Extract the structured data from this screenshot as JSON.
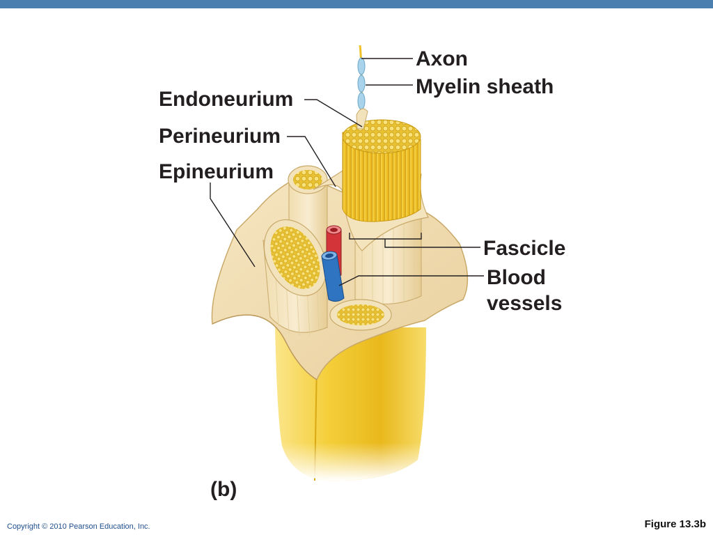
{
  "labels": {
    "axon": "Axon",
    "myelin_sheath": "Myelin sheath",
    "endoneurium": "Endoneurium",
    "perineurium": "Perineurium",
    "epineurium": "Epineurium",
    "fascicle": "Fascicle",
    "blood_vessels_line1": "Blood",
    "blood_vessels_line2": "vessels"
  },
  "panel_label": "(b)",
  "footer": {
    "copyright": "Copyright © 2010 Pearson Education, Inc.",
    "figure_number": "Figure 13.3b"
  },
  "colors": {
    "header_bar": "#4a7fb0",
    "nerve_yellow": "#f2c62e",
    "connective_tissue": "#f1dfb3",
    "artery_red": "#d2343a",
    "vein_blue": "#2f74c0",
    "myelin_blue": "#a9d3ea"
  }
}
